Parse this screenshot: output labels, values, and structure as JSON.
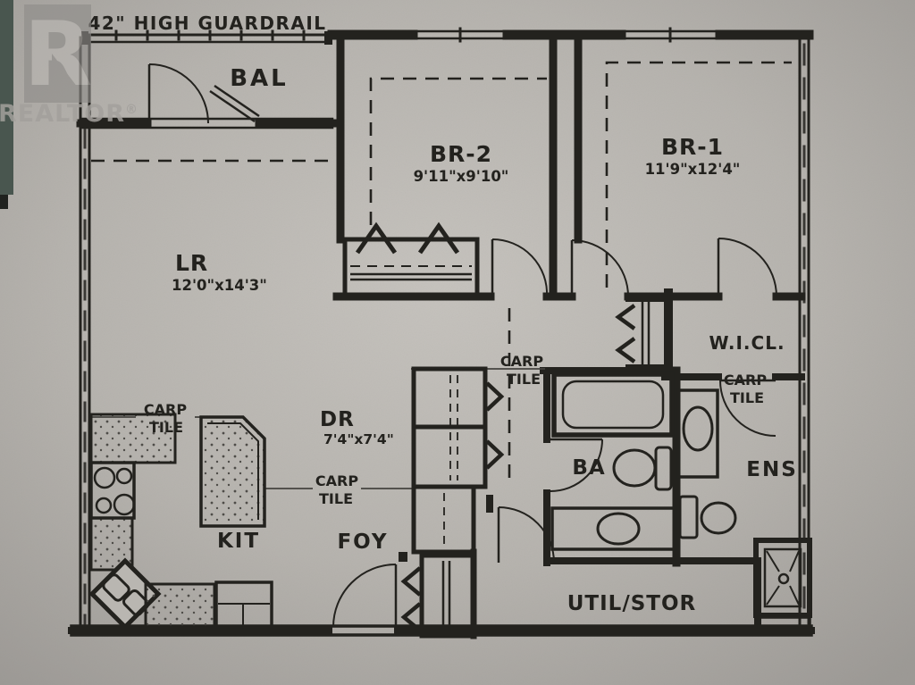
{
  "annotations": {
    "guardrail": "42\" HIGH GUARDRAIL"
  },
  "watermark": {
    "logo_letter": "R",
    "brand": "REALTOR",
    "registered_mark": "®"
  },
  "rooms": {
    "bal": {
      "name": "BAL"
    },
    "br2": {
      "name": "BR-2",
      "dims": "9'11\"x9'10\""
    },
    "br1": {
      "name": "BR-1",
      "dims": "11'9\"x12'4\""
    },
    "lr": {
      "name": "LR",
      "dims": "12'0\"x14'3\""
    },
    "wicl": {
      "name": "W.I.CL."
    },
    "dr": {
      "name": "DR",
      "dims": "7'4\"x7'4\""
    },
    "ba": {
      "name": "BA"
    },
    "ens": {
      "name": "ENS"
    },
    "kit": {
      "name": "KIT"
    },
    "foy": {
      "name": "FOY"
    },
    "util": {
      "name": "UTIL/STOR"
    }
  },
  "floor_finishes": {
    "kitchen_boundary": {
      "line1": "CARP",
      "line2": "TILE"
    },
    "foyer_boundary": {
      "line1": "CARP",
      "line2": "TILE"
    },
    "hall_boundary": {
      "line1": "CARP",
      "line2": "TILE"
    },
    "ensuite_boundary": {
      "line1": "CARP",
      "line2": "TILE"
    }
  },
  "colors": {
    "paper": "#bdbab5",
    "ink": "#23221e",
    "watermark_gray": "#8e8c89",
    "photo_edge_teal": "#49564f"
  }
}
